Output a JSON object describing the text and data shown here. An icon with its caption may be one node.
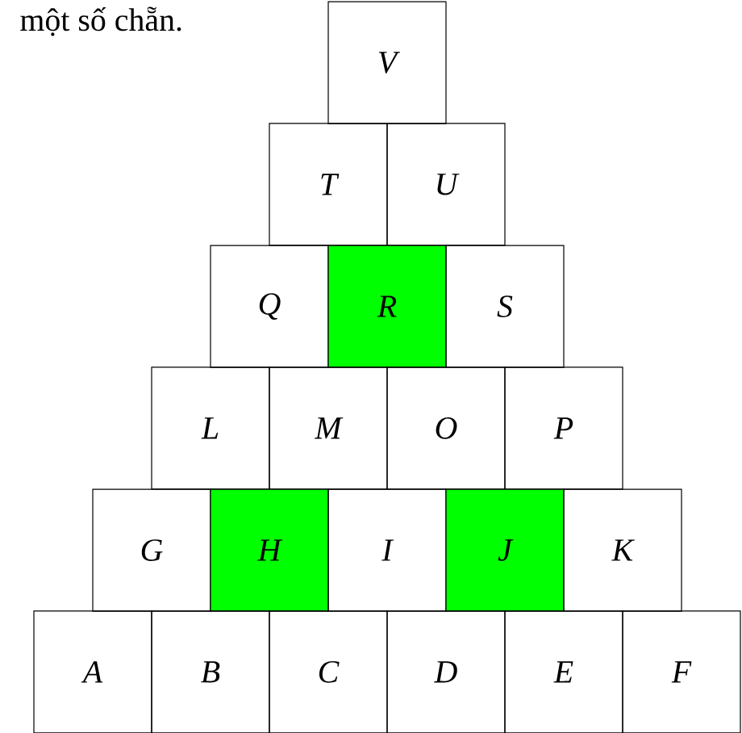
{
  "diagram": {
    "nodes": [
      {
        "text": [
          "V"
        ]
      },
      {
        "text": [
          "T"
        ]
      },
      {
        "text": [
          "U"
        ]
      },
      {
        "text": [
          "Q"
        ]
      },
      {
        "text": [
          "R"
        ]
      },
      {
        "text": [
          "S"
        ]
      },
      {
        "text": [
          "L"
        ]
      },
      {
        "text": [
          "M"
        ]
      },
      {
        "text": [
          "O"
        ]
      },
      {
        "text": [
          "P"
        ]
      },
      {
        "text": [
          "G"
        ]
      },
      {
        "text": [
          "H"
        ]
      },
      {
        "text": [
          "I"
        ]
      },
      {
        "text": [
          "J"
        ]
      },
      {
        "text": [
          "K"
        ]
      },
      {
        "text": [
          "A"
        ]
      },
      {
        "text": [
          "B"
        ]
      },
      {
        "text": [
          "C"
        ]
      },
      {
        "text": [
          "D"
        ]
      },
      {
        "text": [
          "E"
        ]
      },
      {
        "text": [
          "F"
        ]
      }
    ],
    "labels": [
      "một số chẵn."
    ]
  }
}
